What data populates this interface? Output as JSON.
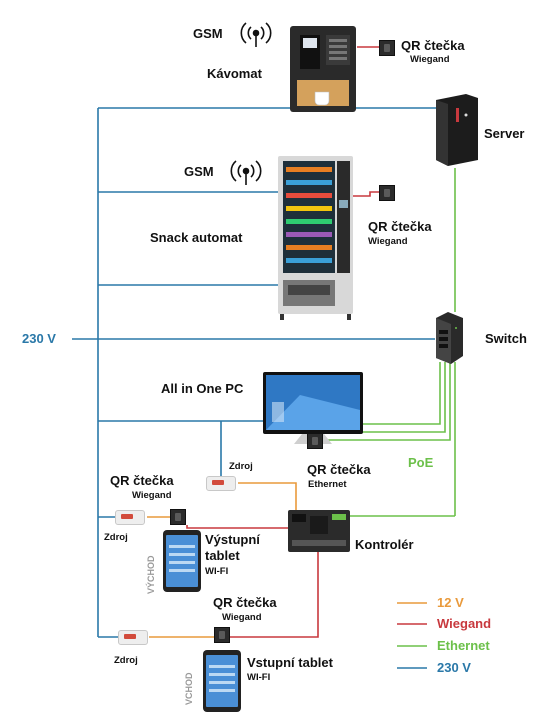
{
  "labels": {
    "gsm_top": "GSM",
    "kavomat": "Kávomat",
    "qr_kavomat": "QR čtečka",
    "qr_kavomat_sub": "Wiegand",
    "server": "Server",
    "gsm_snack": "GSM",
    "snack_automat": "Snack automat",
    "qr_snack": "QR čtečka",
    "qr_snack_sub": "Wiegand",
    "voltage_230": "230 V",
    "switch": "Switch",
    "all_in_one": "All in One PC",
    "zdroj_pc": "Zdroj",
    "qr_ethernet": "QR čtečka",
    "qr_ethernet_sub": "Ethernet",
    "poe": "PoE",
    "qr_exit": "QR čtečka",
    "qr_exit_sub": "Wiegand",
    "zdroj_exit": "Zdroj",
    "exit_tablet_line1": "Výstupní",
    "exit_tablet_line2": "tablet",
    "exit_tablet_sub": "WI-FI",
    "vychod": "VÝCHOD",
    "kontroler": "Kontrolér",
    "qr_entry": "QR čtečka",
    "qr_entry_sub": "Wiegand",
    "zdroj_entry": "Zdroj",
    "vchod": "VCHOD",
    "entry_tablet": "Vstupní tablet",
    "entry_tablet_sub": "WI-FI"
  },
  "legend": [
    {
      "label": "12 V",
      "color": "#e99a3c"
    },
    {
      "label": "Wiegand",
      "color": "#c8393e"
    },
    {
      "label": "Ethernet",
      "color": "#6cc04a"
    },
    {
      "label": "230 V",
      "color": "#2a78a8"
    }
  ],
  "colors": {
    "v12": "#e99a3c",
    "wiegand": "#c8393e",
    "ethernet": "#6cc04a",
    "v230": "#2a78a8"
  }
}
